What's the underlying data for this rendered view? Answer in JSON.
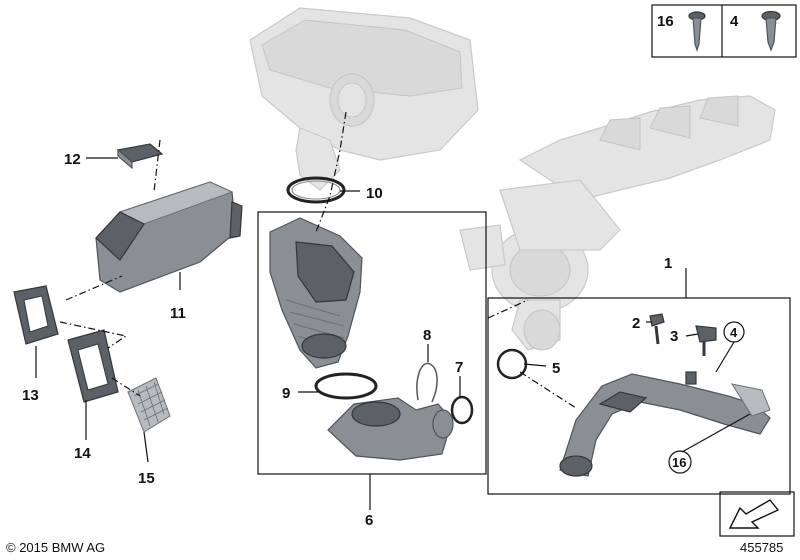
{
  "callouts": {
    "c1": "1",
    "c2": "2",
    "c3": "3",
    "c4": "4",
    "c5": "5",
    "c6": "6",
    "c7": "7",
    "c8": "8",
    "c9": "9",
    "c10": "10",
    "c11": "11",
    "c12": "12",
    "c13": "13",
    "c14": "14",
    "c15": "15",
    "c16": "16"
  },
  "screw_box": {
    "left_label": "16",
    "right_label": "4"
  },
  "footer": {
    "copyright": "© 2015 BMW AG",
    "reference": "455785"
  },
  "colors": {
    "ghost_part": "#e4e4e4",
    "part": "#8a8f95",
    "part_dark": "#5c6167",
    "lines": "#111111"
  }
}
